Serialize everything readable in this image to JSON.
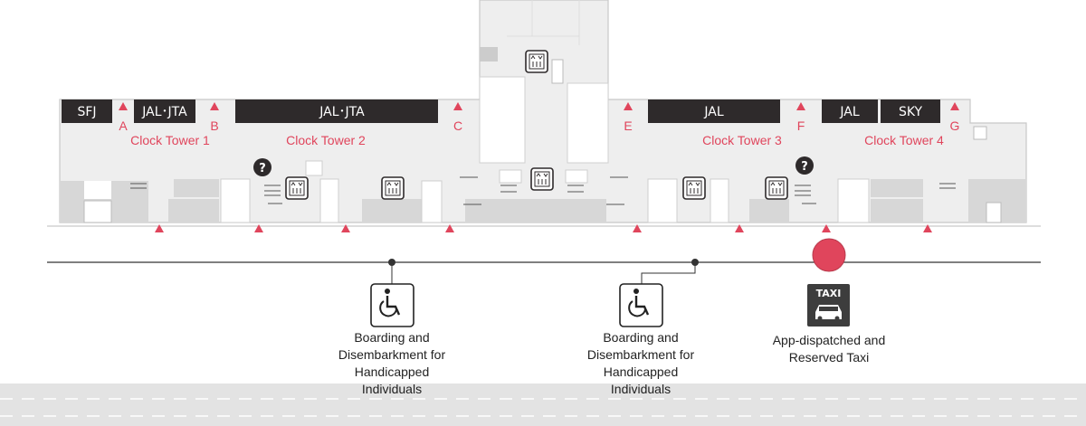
{
  "counters": {
    "sfj": "SFJ",
    "jal_jta_1": "JAL･JTA",
    "jal_jta_2": "JAL･JTA",
    "jal": "JAL",
    "jal_2": "JAL",
    "sky": "SKY"
  },
  "gates": [
    "A",
    "B",
    "C",
    "E",
    "F",
    "G"
  ],
  "clock_towers": [
    "Clock Tower 1",
    "Clock Tower 2",
    "Clock Tower 3",
    "Clock Tower 4"
  ],
  "pickup_points": [
    {
      "label": "Boarding and Disembarkment for Handicapped Individuals",
      "icon": "wheelchair-icon"
    },
    {
      "label": "Boarding and Disembarkment for Handicapped Individuals",
      "icon": "wheelchair-icon"
    }
  ],
  "taxi": {
    "sign": "TAXI",
    "label": "App-dispatched and Reserved Taxi",
    "icon": "taxi-icon"
  },
  "colors": {
    "accent": "#e0455c",
    "counter": "#2e2a2b",
    "floor": "#eeeeee",
    "structure": "#d7d7d7"
  }
}
